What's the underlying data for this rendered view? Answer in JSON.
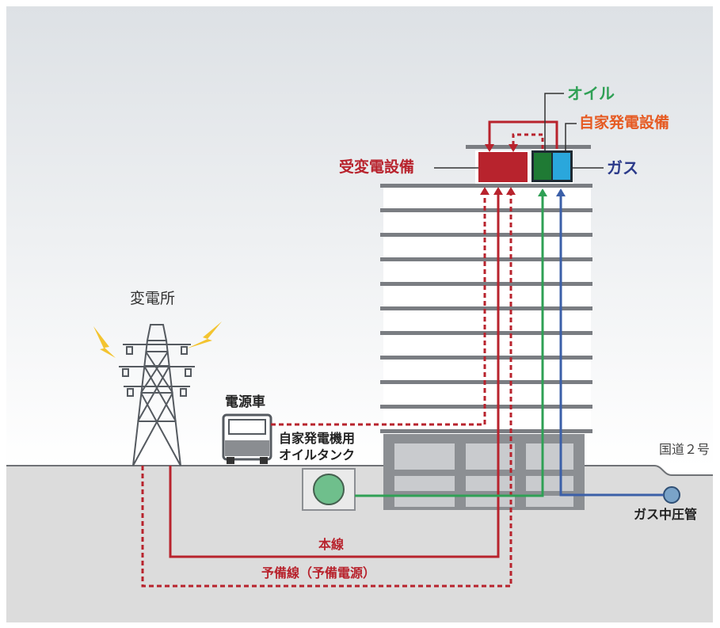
{
  "labels": {
    "substation": "変電所",
    "power_car": "電源車",
    "oil_tank": [
      "自家発電機用",
      "オイルタンク"
    ],
    "road": "国道２号",
    "gas_main": "ガス中圧管",
    "main_line": "本線",
    "backup_line": "予備線（予備電源）",
    "receiving_equipment": "受変電設備",
    "oil": "オイル",
    "generator": "自家発電設備",
    "gas": "ガス"
  },
  "colors": {
    "electric_red": "#b8232d",
    "oil_green": "#2fa055",
    "generator_green": "#1f7a34",
    "gas_blue": "#3b5fa8",
    "gas_cyan": "#2aa7dc",
    "generator_orange": "#e65a22",
    "gas_label_navy": "#2b3a8a",
    "ground": "#dcdcdc",
    "building_steel": "#7a7d82"
  },
  "icons": [
    "substation-tower-icon",
    "lightning-bolt-icon",
    "power-supply-truck-icon",
    "oil-tank-icon",
    "gas-valve-icon",
    "building-icon"
  ]
}
